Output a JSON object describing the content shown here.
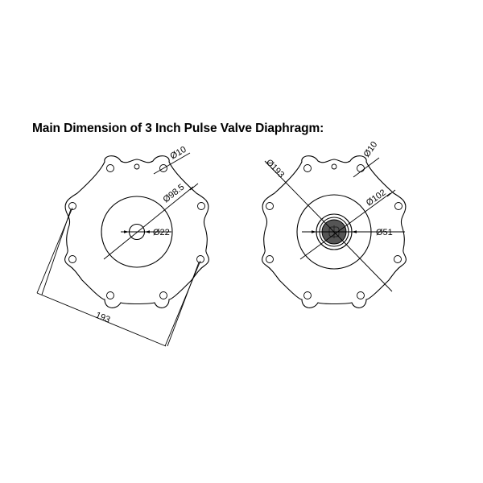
{
  "title": "Main Dimension of 3 Inch Pulse Valve Diaphragm:",
  "left_view": {
    "name": "diaphragm-front-view",
    "labels": {
      "hole_dia": "Ø10",
      "inner_circle_dia": "Ø98.5",
      "center_hole_dia": "Ø22",
      "bolt_span": "193"
    },
    "bolt_holes": 10
  },
  "right_view": {
    "name": "diaphragm-back-view",
    "labels": {
      "outer_dia": "Ø193",
      "hole_dia": "Ø10",
      "inner_circle_dia": "Ø102",
      "center_boss_dia": "Ø51"
    },
    "bolt_holes": 10,
    "center_fill": "#555555"
  },
  "colors": {
    "line": "#000000",
    "background": "#ffffff",
    "boss": "#555555"
  }
}
